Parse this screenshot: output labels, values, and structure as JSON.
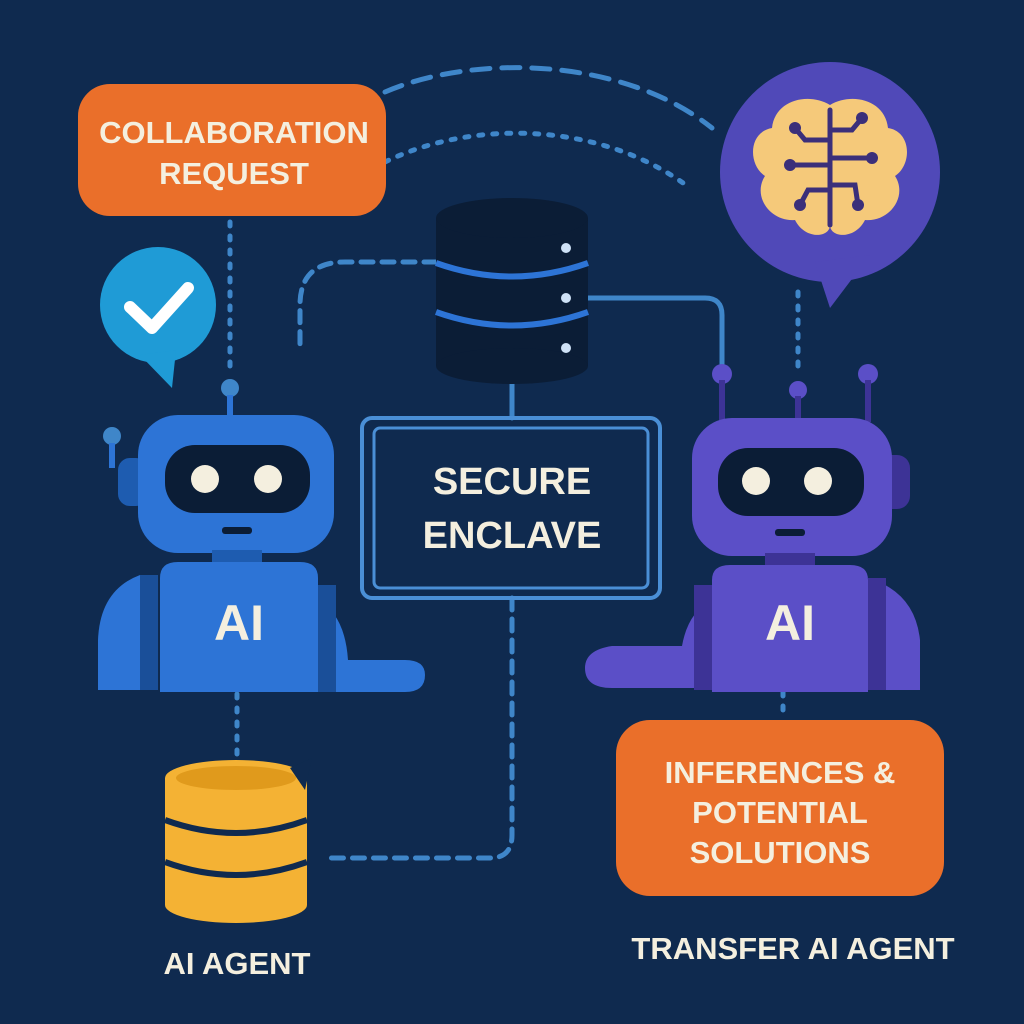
{
  "colors": {
    "background": "#0f2a4f",
    "callout_orange": "#ea6f2a",
    "agent_blue": "#2d74d6",
    "agent_purple": "#5b4fc7",
    "database_dark": "#0b1d36",
    "database_gold": "#f4b234",
    "enclave_border": "#4a8fd6",
    "check_bubble": "#1f9bd6",
    "brain_bubble": "#5049b8",
    "brain_fill": "#f5c97a",
    "connector": "#3f86c9",
    "text_light": "#f4efdf"
  },
  "callouts": {
    "collaboration_request": [
      "COLLABORATION",
      "REQUEST"
    ],
    "inferences": [
      "INFERENCES &",
      "POTENTIAL",
      "SOLUTIONS"
    ]
  },
  "enclave": {
    "lines": [
      "SECURE",
      "ENCLAVE"
    ]
  },
  "agents": {
    "left": {
      "chest_label": "AI",
      "caption": "AI AGENT"
    },
    "right": {
      "chest_label": "AI",
      "caption": "TRANSFER AI AGENT"
    }
  },
  "icons": {
    "check_bubble": "checkmark-icon",
    "brain_bubble": "brain-circuit-icon",
    "central_store": "database-icon",
    "agent_store": "database-icon"
  }
}
